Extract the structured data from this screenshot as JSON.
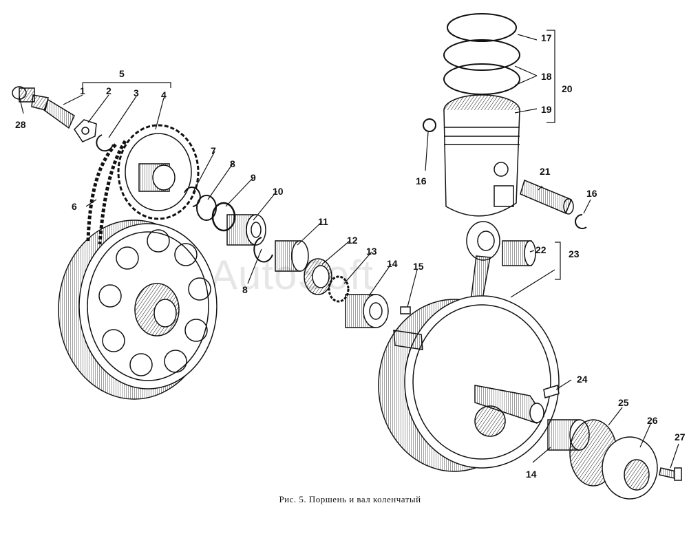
{
  "figure": {
    "caption": "Рис. 5. Поршень и вал коленчатый",
    "watermark": "AutoSoft",
    "callouts": {
      "n1": "1",
      "n2": "2",
      "n3": "3",
      "n4": "4",
      "n5": "5",
      "n6": "6",
      "n7": "7",
      "n8a": "8",
      "n8b": "8",
      "n9": "9",
      "n10": "10",
      "n11": "11",
      "n12": "12",
      "n13": "13",
      "n14a": "14",
      "n14b": "14",
      "n15": "15",
      "n16a": "16",
      "n16b": "16",
      "n17": "17",
      "n18": "18",
      "n19": "19",
      "n20": "20",
      "n21": "21",
      "n22": "22",
      "n23": "23",
      "n24": "24",
      "n25": "25",
      "n26": "26",
      "n27": "27",
      "n28": "28"
    }
  },
  "colors": {
    "ink": "#111111",
    "paper": "#ffffff",
    "watermark": "#c8c8c8"
  }
}
